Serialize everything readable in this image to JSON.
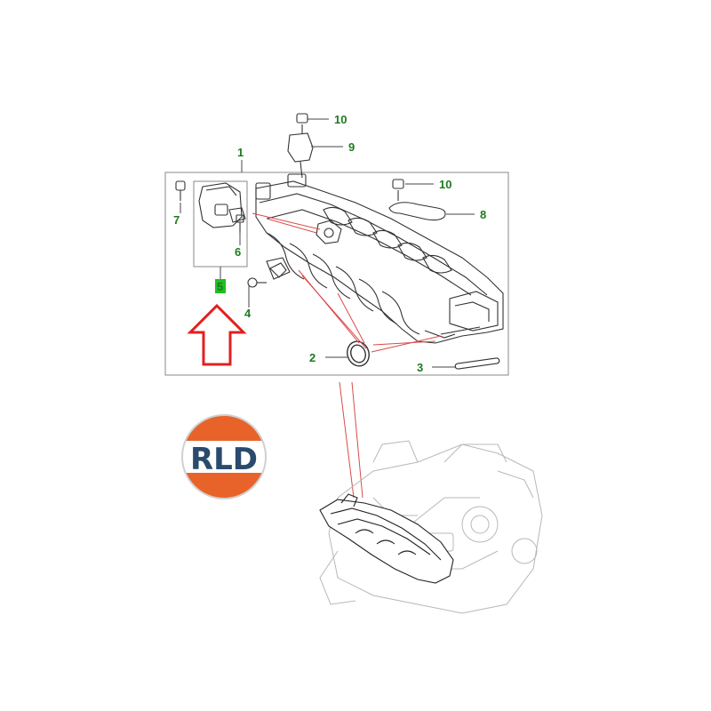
{
  "diagram": {
    "callout_color": "#1f7a1f",
    "highlight_color": "#1fbf1f",
    "arrow_color": "#e02020",
    "leader_color": "#d94a4a",
    "callouts": [
      {
        "id": "c1",
        "label": "1"
      },
      {
        "id": "c2",
        "label": "2"
      },
      {
        "id": "c3",
        "label": "3"
      },
      {
        "id": "c4",
        "label": "4"
      },
      {
        "id": "c5",
        "label": "5"
      },
      {
        "id": "c6",
        "label": "6"
      },
      {
        "id": "c7",
        "label": "7"
      },
      {
        "id": "c8",
        "label": "8"
      },
      {
        "id": "c9",
        "label": "9"
      },
      {
        "id": "c10a",
        "label": "10"
      },
      {
        "id": "c10b",
        "label": "10"
      }
    ]
  },
  "logo": {
    "text": "RLD",
    "top_color": "#e8632a",
    "bottom_color": "#e8632a",
    "band_color": "#ffffff",
    "text_color": "#2a4a6e"
  }
}
